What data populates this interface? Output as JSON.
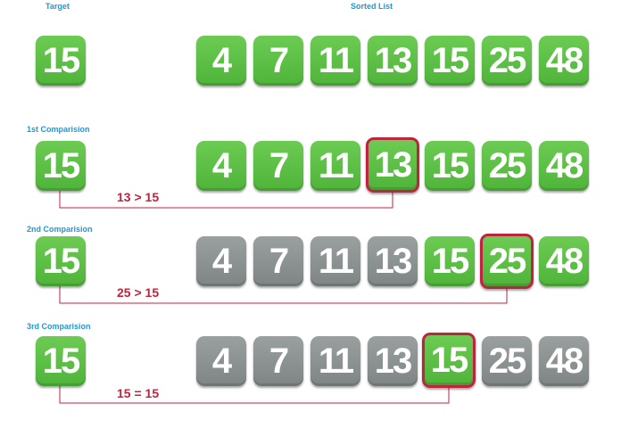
{
  "labels": {
    "target": "Target",
    "sorted_list": "Sorted List",
    "first": "1st Comparision",
    "second": "2nd Comparision",
    "third": "3rd Comparision"
  },
  "target_value": "15",
  "list": [
    "4",
    "7",
    "11",
    "13",
    "15",
    "25",
    "48"
  ],
  "comparisons": [
    {
      "text": "13 > 15",
      "states": [
        "green",
        "green",
        "green",
        "green",
        "green",
        "green",
        "green"
      ],
      "selected": 3
    },
    {
      "text": "25 > 15",
      "states": [
        "gray",
        "gray",
        "gray",
        "gray",
        "green",
        "green",
        "green"
      ],
      "selected": 5
    },
    {
      "text": "15 = 15",
      "states": [
        "gray",
        "gray",
        "gray",
        "gray",
        "green",
        "gray",
        "gray"
      ],
      "selected": 4
    }
  ],
  "colors": {
    "green": "#58bb41",
    "gray": "#8a9090",
    "highlight": "#c0233f",
    "label": "#1a9ad6"
  }
}
